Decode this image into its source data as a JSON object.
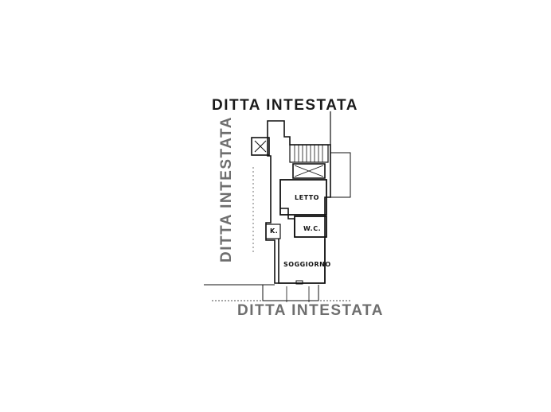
{
  "plan": {
    "neighbor_labels": {
      "top": "DITTA INTESTATA",
      "left": "DITTA INTESTATA",
      "bottom": "DITTA INTESTATA"
    },
    "rooms": {
      "bedroom": "LETTO",
      "bathroom": "W.C.",
      "kitchen": "K.",
      "living_room": "SOGGIORNO"
    },
    "colors": {
      "ink": "#111111",
      "paper": "#ffffff"
    }
  }
}
